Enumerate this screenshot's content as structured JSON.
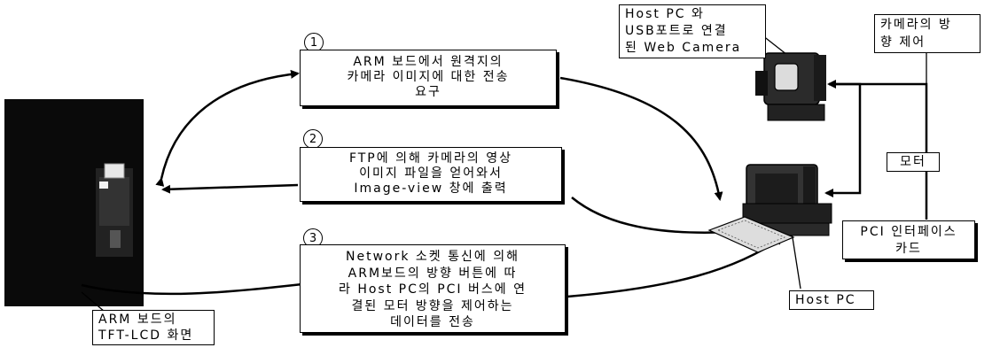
{
  "steps": [
    {
      "num": "1",
      "lines": [
        "ARM 보드에서 원격지의",
        "카메라 이미지에 대한 전송",
        "요구"
      ]
    },
    {
      "num": "2",
      "lines": [
        "FTP에 의해 카메라의 영상",
        "이미지 파일을 얻어와서",
        "Image-view 창에 출력"
      ]
    },
    {
      "num": "3",
      "lines": [
        "Network 소켓 통신에 의해",
        "ARM보드의 방향 버튼에 따",
        "라 Host PC의 PCI 버스에 연",
        "결된 모터 방향을 제어하는",
        "데이터를 전송"
      ]
    }
  ],
  "labels": {
    "arm_screen": [
      "ARM 보드의",
      "TFT-LCD 화면"
    ],
    "webcam": [
      "Host PC 와",
      "USB포트로 연결",
      "된 Web Camera"
    ],
    "camera_control": [
      "카메라의 방",
      "향 제어"
    ],
    "motor": "모터",
    "pci_card": [
      "PCI 인터페이스",
      "카드"
    ],
    "host_pc": "Host PC"
  },
  "icons": [
    "arm-board-photo-icon",
    "web-camera-icon",
    "desktop-computer-icon",
    "keyboard-icon"
  ]
}
